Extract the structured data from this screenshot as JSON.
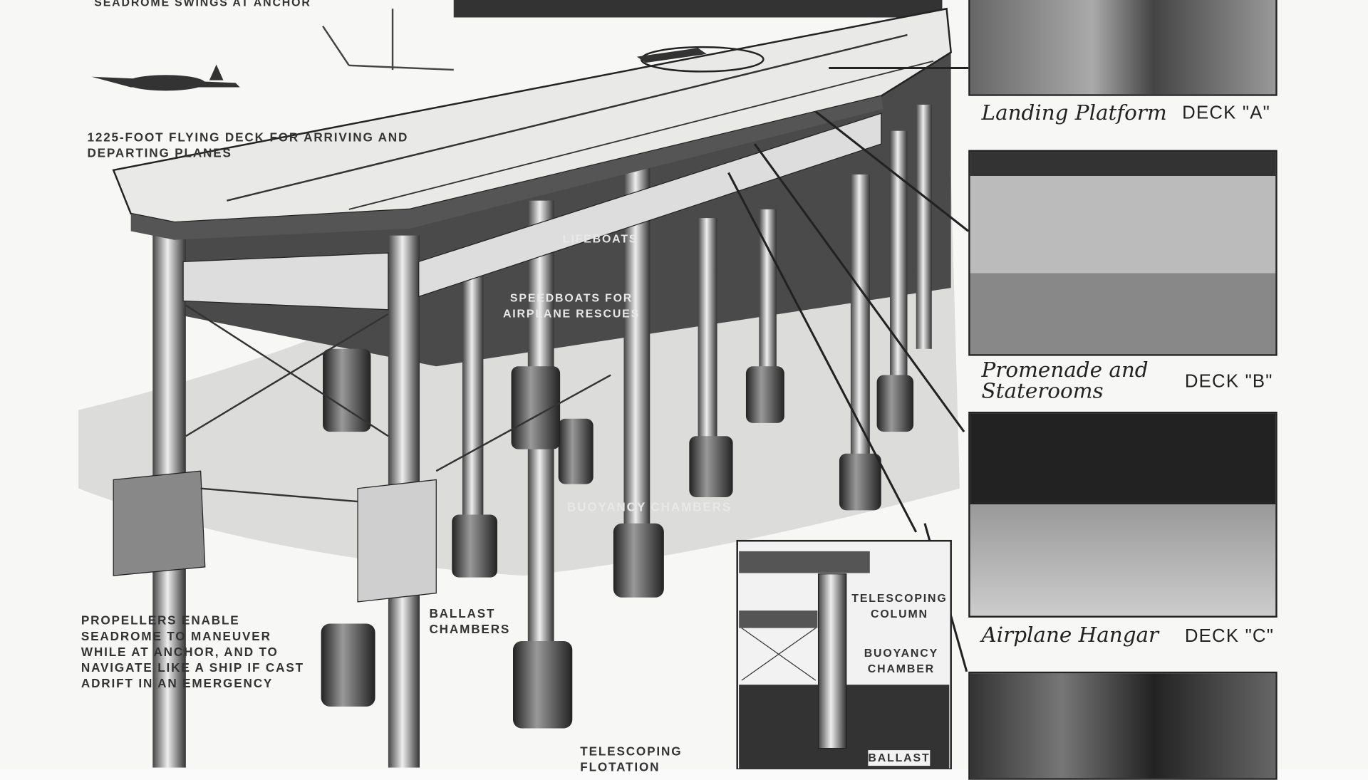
{
  "labels": {
    "anchor": "Seadrome swings at anchor",
    "flying_deck": "1225-foot flying deck for arriving and departing planes",
    "lifeboats": "Lifeboats",
    "speedboats": "Speedboats for airplane rescues",
    "buoyancy": "Buoyancy chambers",
    "propellers": "Propellers enable seadrome to maneuver while at anchor, and to navigate like a ship if cast adrift in an emergency",
    "ballast": "Ballast chambers",
    "telescoping_flotation": "Telescoping flotation",
    "telescoping_column": "Telescoping column",
    "buoyancy_chamber": "Buoyancy chamber",
    "ballast_inset": "Ballast"
  },
  "panels": [
    {
      "caption": "Landing Platform",
      "deck": "DECK \"A\""
    },
    {
      "caption": "Promenade and Staterooms",
      "deck": "DECK \"B\""
    },
    {
      "caption": "Airplane Hangar",
      "deck": "DECK \"C\""
    },
    {
      "caption": "",
      "deck": ""
    }
  ]
}
